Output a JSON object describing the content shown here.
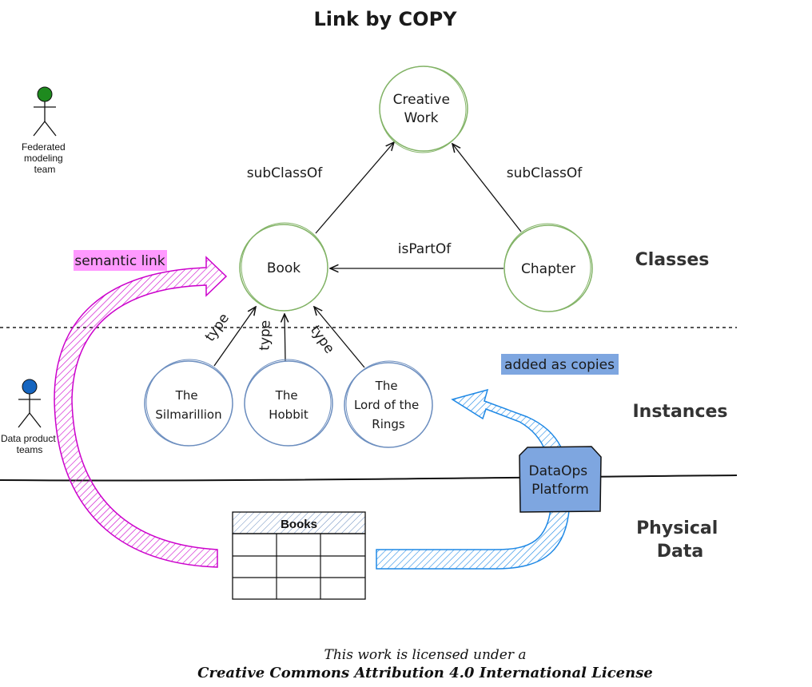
{
  "title": "Link by COPY",
  "actors": {
    "federated": {
      "label_lines": [
        "Federated",
        "modeling",
        "team"
      ],
      "color": "#1e8a1e"
    },
    "data_product": {
      "label_lines": [
        "Data product",
        "teams"
      ],
      "color": "#1565c0"
    }
  },
  "classes": {
    "creative_work": {
      "lines": [
        "Creative",
        "Work"
      ]
    },
    "book": {
      "lines": [
        "Book"
      ]
    },
    "chapter": {
      "lines": [
        "Chapter"
      ]
    }
  },
  "instances": {
    "silmarillion": {
      "lines": [
        "The",
        "Silmarillion"
      ]
    },
    "hobbit": {
      "lines": [
        "The",
        "Hobbit"
      ]
    },
    "lotr": {
      "lines": [
        "The",
        "Lord of the",
        "Rings"
      ]
    }
  },
  "edges": {
    "subclass_left": "subClassOf",
    "subclass_right": "subClassOf",
    "is_part_of": "isPartOf",
    "type1": "type",
    "type2": "type",
    "type3": "type"
  },
  "layers": {
    "classes": "Classes",
    "instances": "Instances",
    "physical_lines": [
      "Physical",
      "Data"
    ]
  },
  "callouts": {
    "semantic_link": "semantic link",
    "semantic_link_bg": "#ff99ff",
    "added_as_copies": "added as copies",
    "added_as_copies_bg": "#7ea6e0"
  },
  "platform": {
    "lines": [
      "DataOps",
      "Platform"
    ],
    "fill": "#7ea6e0"
  },
  "table": {
    "header": "Books",
    "rows": 3,
    "cols": 3
  },
  "colors": {
    "class_stroke": "#82b366",
    "instance_stroke": "#6c8ebf",
    "semantic_arrow": "#cc00cc",
    "copy_arrow": "#1e88e5"
  },
  "footer": {
    "line1": "This work is licensed under a",
    "line2": "Creative Commons Attribution 4.0 International License"
  }
}
